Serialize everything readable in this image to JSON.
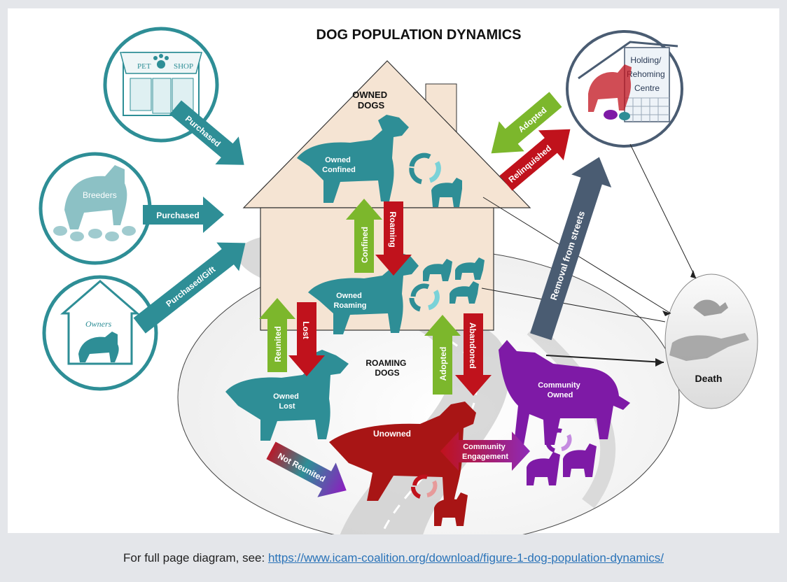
{
  "title": "DOG POPULATION DYNAMICS",
  "sources": {
    "pet_shop": [
      "PET",
      "SHOP"
    ],
    "breeders": "Breeders",
    "owners": "Owners",
    "holding": [
      "Holding/",
      "Rehoming",
      "Centre"
    ]
  },
  "groups": {
    "owned": [
      "OWNED",
      "DOGS"
    ],
    "roaming": [
      "ROAMING",
      "DOGS"
    ]
  },
  "dogs": {
    "owned_confined": [
      "Owned",
      "Confined"
    ],
    "owned_roaming": [
      "Owned",
      "Roaming"
    ],
    "owned_lost": [
      "Owned",
      "Lost"
    ],
    "unowned": "Unowned",
    "community_owned": [
      "Community",
      "Owned"
    ]
  },
  "arrows": {
    "purchased_petshop": "Purchased",
    "purchased_breeders": "Purchased",
    "purchased_gift": "Purchased/Gift",
    "adopted_top": "Adopted",
    "relinquished": "Relinquished",
    "confined": "Confined",
    "roaming": "Roaming",
    "reunited": "Reunited",
    "lost": "Lost",
    "adopted_mid": "Adopted",
    "abandoned": "Abandoned",
    "removal": "Removal from streets",
    "community_engagement": [
      "Community",
      "Engagement"
    ],
    "not_reunited": "Not Reunited"
  },
  "death": "Death",
  "footer": {
    "prefix": "For full page diagram, see: ",
    "link": "https://www.icam-coalition.org/download/figure-1-dog-population-dynamics/"
  },
  "colors": {
    "teal": "#2e8e96",
    "green": "#7cb72c",
    "red": "#c0121c",
    "purple": "#7e1aa6",
    "slate": "#4a5c72",
    "house": "#f5e4d3"
  }
}
